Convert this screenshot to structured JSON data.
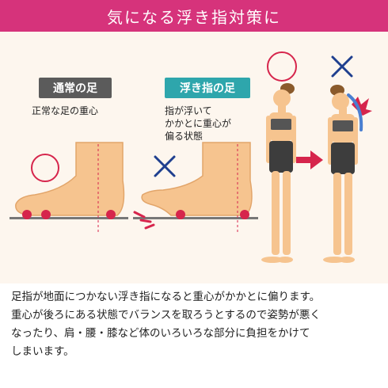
{
  "header": {
    "title": "気になる浮き指対策に",
    "accent_color": "#d6337b"
  },
  "normal_foot": {
    "label": "通常の足",
    "description": "正常な足の重心",
    "mark": "circle",
    "mark_color": "#d6254c"
  },
  "floating_toe": {
    "label": "浮き指の足",
    "description_lines": [
      "指が浮いて",
      "かかとに重心が",
      "偏る状態"
    ],
    "mark": "cross",
    "mark_color": "#1f3f8f"
  },
  "posture": {
    "good_mark": "circle",
    "bad_mark": "cross",
    "arrow_color": "#d6254c"
  },
  "explanation": {
    "lines": [
      "足指が地面につかない浮き指になると重心がかかとに偏ります。",
      "重心が後ろにある状態でバランスを取ろうとするので姿勢が悪く",
      "なったり、肩・腰・膝など体のいろいろな部分に負担をかけて",
      "しまいます。"
    ]
  }
}
